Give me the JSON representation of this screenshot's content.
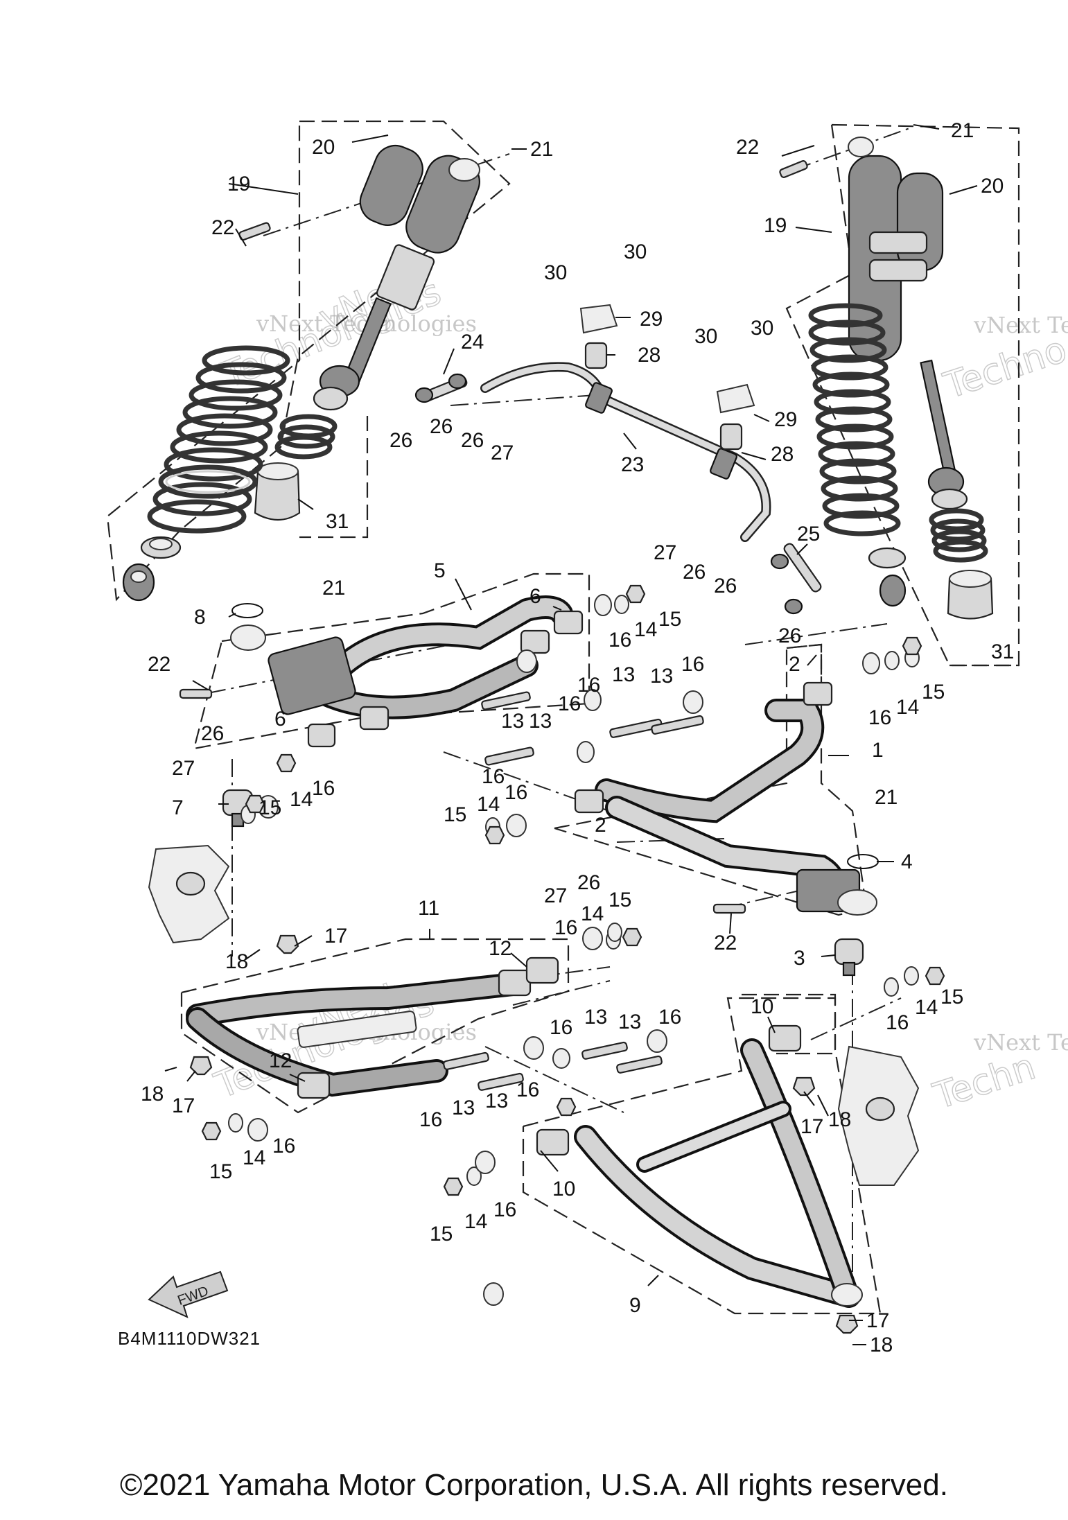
{
  "diagram_code": "B4M1110DW321",
  "copyright": "©2021 Yamaha Motor Corporation, U.S.A. All rights reserved.",
  "watermark": [
    "vNext Technologies",
    "vNext",
    "Technologies",
    "vNext Te",
    "Techno",
    "Techn"
  ],
  "fwd_label": "FWD",
  "callouts": [
    "1",
    "2",
    "3",
    "4",
    "5",
    "6",
    "7",
    "8",
    "9",
    "10",
    "11",
    "12",
    "13",
    "14",
    "15",
    "16",
    "17",
    "18",
    "19",
    "20",
    "21",
    "22",
    "23",
    "24",
    "25",
    "26",
    "27",
    "28",
    "29",
    "30",
    "31"
  ]
}
